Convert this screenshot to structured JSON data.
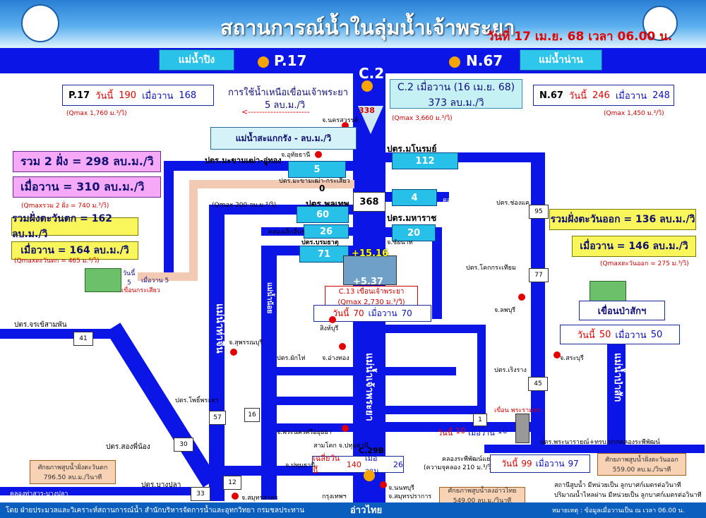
{
  "header": {
    "title": "สถานการณ์น้ำในลุ่มน้ำเจ้าพระยา",
    "date": "วันที่ 17 เม.ย. 68 เวลา 06.00 น."
  },
  "rivers": {
    "ping": "แม่น้ำปิง",
    "nan": "แม่น้ำน่าน",
    "sakae": "แม่น้ำสะแกกรัง - ลบ.ม./วิ",
    "pasak_v": "แม่น้ำป่าสัก",
    "tha_chin_v": "แม่น้ำท่าจีน",
    "noi_v": "แม่น้ำน้อย",
    "chao_v": "แม่น้ำเจ้าพระยา",
    "gulf": "อ่าวไทย"
  },
  "stations": {
    "p17": {
      "code": "P.17",
      "label": "P.17",
      "today_label": "วันนี้",
      "today": "190",
      "yesterday_label": "เมื่อวาน",
      "yesterday": "168",
      "qmax": "(Qmax 1,760 ม.³/วิ)"
    },
    "n67": {
      "code": "N.67",
      "label": "N.67",
      "today_label": "วันนี้",
      "today": "246",
      "yesterday_label": "เมื่อวาน",
      "yesterday": "248",
      "qmax": "(Qmax 1,450 ม.³/วิ)"
    },
    "c2": {
      "code": "C.2",
      "yesterday_line": "C.2 เมื่อวาน (16 เม.ย. 68)",
      "yesterday_val": "373 ลบ.ม./วิ",
      "flow": "338",
      "qmax": "(Qmax 3,660 ม.³/วิ)"
    }
  },
  "upstream_use": {
    "title": "การใช้น้ำเหนือเขื่อนเจ้าพระยา",
    "value": "5 ลบ.ม./วิ",
    "arrow": "<----------------------"
  },
  "west_totals": {
    "both_sides": "รวม 2 ฝั่ง = 298 ลบ.ม./วิ",
    "yesterday": "เมื่อวาน  =  310 ลบ.ม./วิ",
    "qmax": "(Qmaxรวม 2 ฝั่ง = 740 ม.³/วิ)",
    "west_side": "รวมฝั่งตะวันตก = 162 ลบ.ม./วิ",
    "west_yesterday": "เมื่อวาน  = 164 ลบ.ม./วิ",
    "west_qmax": "(Qmaxตะวันตก = 465 ม.³/วิ)"
  },
  "east_totals": {
    "east_side": "รวมฝั่งตะวันออก = 136 ลบ.ม./วิ",
    "east_yesterday": "เมื่อวาน = 146 ลบ.ม./วิ",
    "east_qmax": "(Qmaxตะวันออก = 275 ม.³/วิ)"
  },
  "canals": {
    "mahasawat": {
      "label": "ปตร.มะขามเฒ่า-อู่ทอง",
      "value": "5"
    },
    "mahasawat_sia": {
      "label": "ปตร.มะขามเฒ่า-กระเสียว",
      "value": "0"
    },
    "phonthep": {
      "label": "ปตร.พลเทพ",
      "value": "60",
      "qmax": "(Qmax 200 ลบ.ม.³/วิ)"
    },
    "khlong_lek": {
      "label": "คลองเล็กอื่นๆ",
      "value": "26"
    },
    "boromdhat": {
      "label": "ปตร.บรมธาตุ",
      "value": "71"
    },
    "manorom": {
      "label": "ปตร.มโนรมย์",
      "value": "112"
    },
    "khlong_lek_e": {
      "label": "คลองเล็กอื่นๆ",
      "value": "4"
    },
    "maharat": {
      "label": "ปตร.มหาราช",
      "value": "20"
    },
    "chong_khae": {
      "label": "ปตร.ช่องแค"
    },
    "khok_kratiam": {
      "label": "ปตร.โคกกระเทียม"
    },
    "chanasongkhram": {
      "label": "ปตร.จรเข้สามพัน",
      "value": "41"
    },
    "song_phi_nong": {
      "label": "ปตร.สองพี่น้อง",
      "value": "30"
    },
    "bang_pla": {
      "label": "ปตร.บางปลา",
      "value": "33"
    },
    "phothi": {
      "label": "ปตร.โพธิ์พระยา",
      "value": "57"
    },
    "phak_hai": {
      "label": "ปตร.ผักไห่",
      "value": "16"
    },
    "rewarang": {
      "label": "ปตร.เริงราง",
      "value": "45"
    },
    "phasak_rama": {
      "label": "ปตร.พระนารายณ์+ทรบ.ปากคลองระพีพัฒน์"
    },
    "nan_95": "95",
    "nan_77": "77",
    "c2_center": "368",
    "east_noi": "1",
    "tha_sarn_canal": "คลองท่าสาร-บางปลา",
    "c29b": "C.29B",
    "chao_mid": "12"
  },
  "dam": {
    "label": "C.13 เขื่อนเจ้าพระยา",
    "qmax": "(Qmax 2,730 ม.³/วิ)",
    "up": "+15.16",
    "down": "+5.37",
    "today_label": "วันนี้",
    "today": "70",
    "yesterday_label": "เมื่อวาน",
    "yesterday": "70"
  },
  "krasiao": {
    "label": "เขื่อนกระเสียว",
    "today": "วันนี้",
    "val": "5",
    "yesterday": "เมื่อวาน 5"
  },
  "pasak_dam": {
    "label": "เขื่อนป่าสักฯ",
    "today_label": "วันนี้",
    "today": "50",
    "yesterday_label": "เมื่อวาน",
    "yesterday": "50"
  },
  "rama6": {
    "label": "เขื่อน พระรามหก",
    "today_label": "วันนี้",
    "today": "10",
    "yesterday_label": "เมื่อวาน",
    "yesterday": "10"
  },
  "raphiphat": {
    "label": "คลองระพีพัฒน์แยกใต้",
    "qmax": "(ความจุคลอง  210 ม.³/วิ)",
    "today_label": "วันนี้",
    "today": "99",
    "yesterday_label": "เมื่อวาน",
    "yesterday": "97"
  },
  "c29b_box": {
    "label": "เฉลี่ยวันนี้",
    "today": "140",
    "yesterday_label": "เมื่อวาน",
    "yesterday": "26"
  },
  "provinces": {
    "nakhonsawan": "จ.นครสวรรค์",
    "uthai": "จ.อุทัยธานี",
    "chainat": "จ.ชัยนาท",
    "singburi": "สิงห์บุรี",
    "angthong": "จ.อ่างทอง",
    "suphan": "จ.สุพรรณบุรี",
    "ayutthaya": "จ.พระนครศรีอยุธยา",
    "lopburi": "จ.ลพบุรี",
    "saraburi": "จ.สระบุรี",
    "pathum": "จ.ปทุมธานี",
    "nonthaburi": "จ.นนทบุรี",
    "samutprakan": "จ.สมุทรปราการ",
    "bangkok": "กรุงเทพฯ",
    "samutsakhon": "จ.สมุทรสาคร",
    "sam_khok": "สามโคก จ.ปทุมธานี"
  },
  "potentials": {
    "west": "ศักยภาพสูบน้ำฝั่งตะวันตก",
    "west_val": "796.50 ลบ.ม./วินาที",
    "gulf": "ศักยภาพสูบน้ำลงอ่าวไทย",
    "gulf_val": "549.00 ลบ.ม./วินาที",
    "east": "ศักยภาพสูบน้ำฝั่งตะวันออก",
    "east_val": "559.00 ลบ.ม./วินาที"
  },
  "notes": {
    "pump": "สถานีสูบน้ำ มีหน่วยเป็น ลูกบาศก์เมตรต่อวินาที",
    "flow": "ปริมาณน้ำไหลผ่าน มีหน่วยเป็น ลูกบาศก์เมตรต่อวินาที"
  },
  "footer": {
    "left": "โดย ฝ่ายประมวลและวิเคราะห์สถานการณ์น้ำ สำนักบริหารจัดการน้ำและอุทกวิทยา กรมชลประทาน",
    "right": "หมายเหตุ : ข้อมูลเมื่อวานเป็น ณ เวลา 06.00 น."
  },
  "colors": {
    "river": "#0b16e6",
    "arrow": "#27c0e8",
    "pink": "#f5a9f7",
    "yellow": "#f9f65b",
    "red": "#e00000"
  }
}
